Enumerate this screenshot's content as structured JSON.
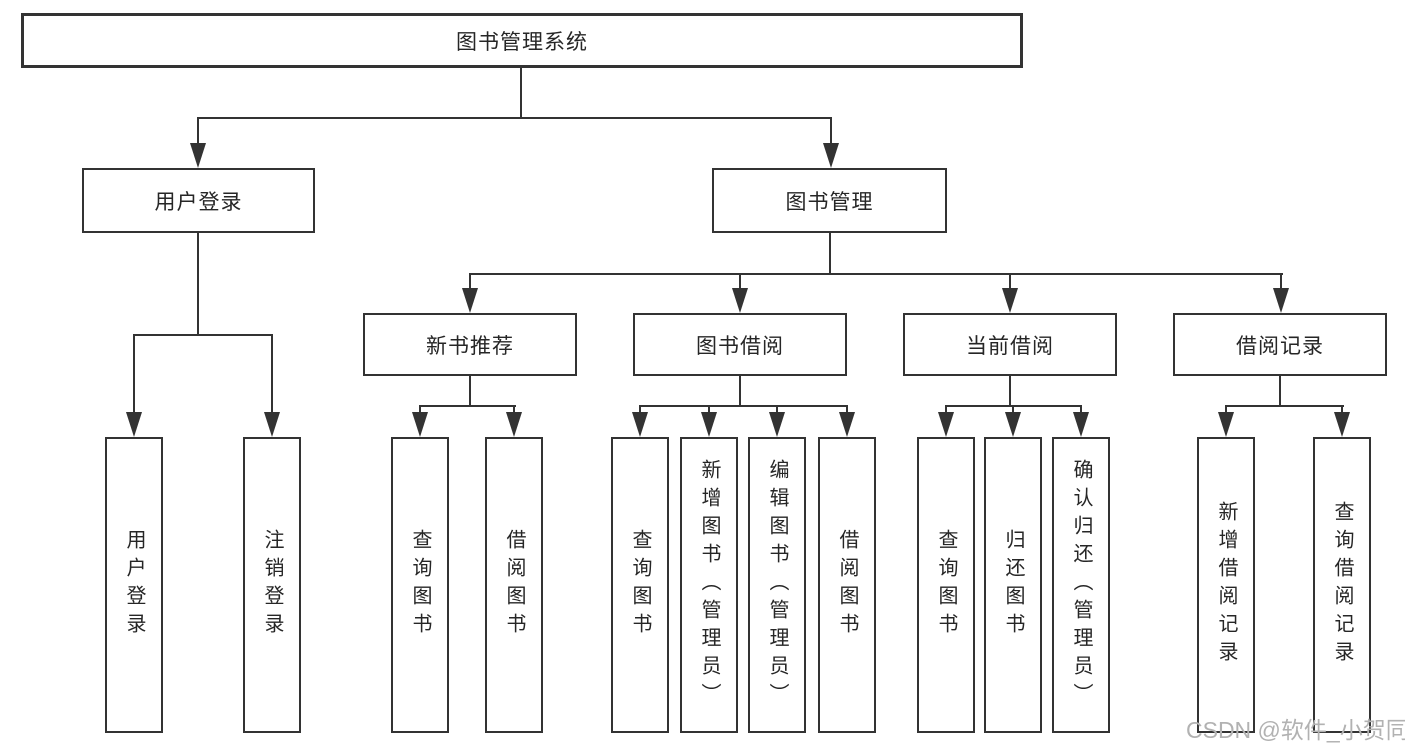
{
  "tree": {
    "label": "图书管理系统",
    "children": [
      {
        "label": "用户登录",
        "children": [
          {
            "label": "用户登录"
          },
          {
            "label": "注销登录"
          }
        ]
      },
      {
        "label": "图书管理",
        "children": [
          {
            "label": "新书推荐",
            "children": [
              {
                "label": "查询图书"
              },
              {
                "label": "借阅图书"
              }
            ]
          },
          {
            "label": "图书借阅",
            "children": [
              {
                "label": "查询图书"
              },
              {
                "label": "新增图书（管理员）"
              },
              {
                "label": "编辑图书（管理员）"
              },
              {
                "label": "借阅图书"
              }
            ]
          },
          {
            "label": "当前借阅",
            "children": [
              {
                "label": "查询图书"
              },
              {
                "label": "归还图书"
              },
              {
                "label": "确认归还（管理员）"
              }
            ]
          },
          {
            "label": "借阅记录",
            "children": [
              {
                "label": "新增借阅记录"
              },
              {
                "label": "查询借阅记录"
              }
            ]
          }
        ]
      }
    ]
  },
  "watermark": {
    "text": "CSDN @软件_小贺同学"
  },
  "colors": {
    "line": "#333333",
    "text": "#262626",
    "watermark": "#b2b2b2",
    "background": "#ffffff"
  }
}
